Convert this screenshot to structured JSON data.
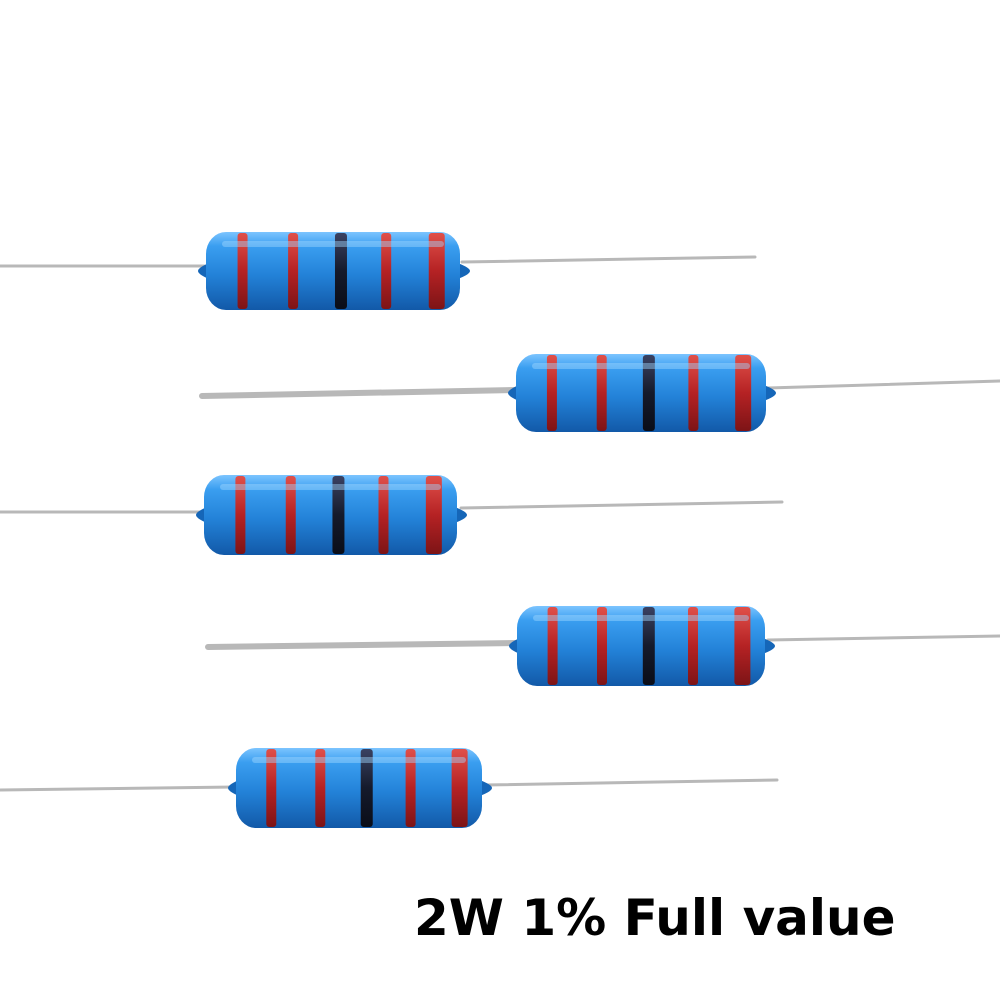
{
  "caption": "2W 1% Full value",
  "colors": {
    "body": "#2b8fe0",
    "body_dark": "#1566b8",
    "highlight": "#9fd6ff",
    "band_red": "#c0282a",
    "band_black": "#151a2b",
    "lead": "#b8b8b8",
    "lead_dark": "#9a9a9a"
  },
  "resistors": [
    {
      "name": "resistor-1",
      "bands": [
        "red",
        "red",
        "black",
        "red",
        "red"
      ]
    },
    {
      "name": "resistor-2",
      "bands": [
        "red",
        "red",
        "black",
        "red",
        "red"
      ]
    },
    {
      "name": "resistor-3",
      "bands": [
        "red",
        "red",
        "black",
        "red",
        "red"
      ]
    },
    {
      "name": "resistor-4",
      "bands": [
        "red",
        "red",
        "black",
        "red",
        "red"
      ]
    },
    {
      "name": "resistor-5",
      "bands": [
        "red",
        "red",
        "black",
        "red",
        "red"
      ]
    }
  ]
}
